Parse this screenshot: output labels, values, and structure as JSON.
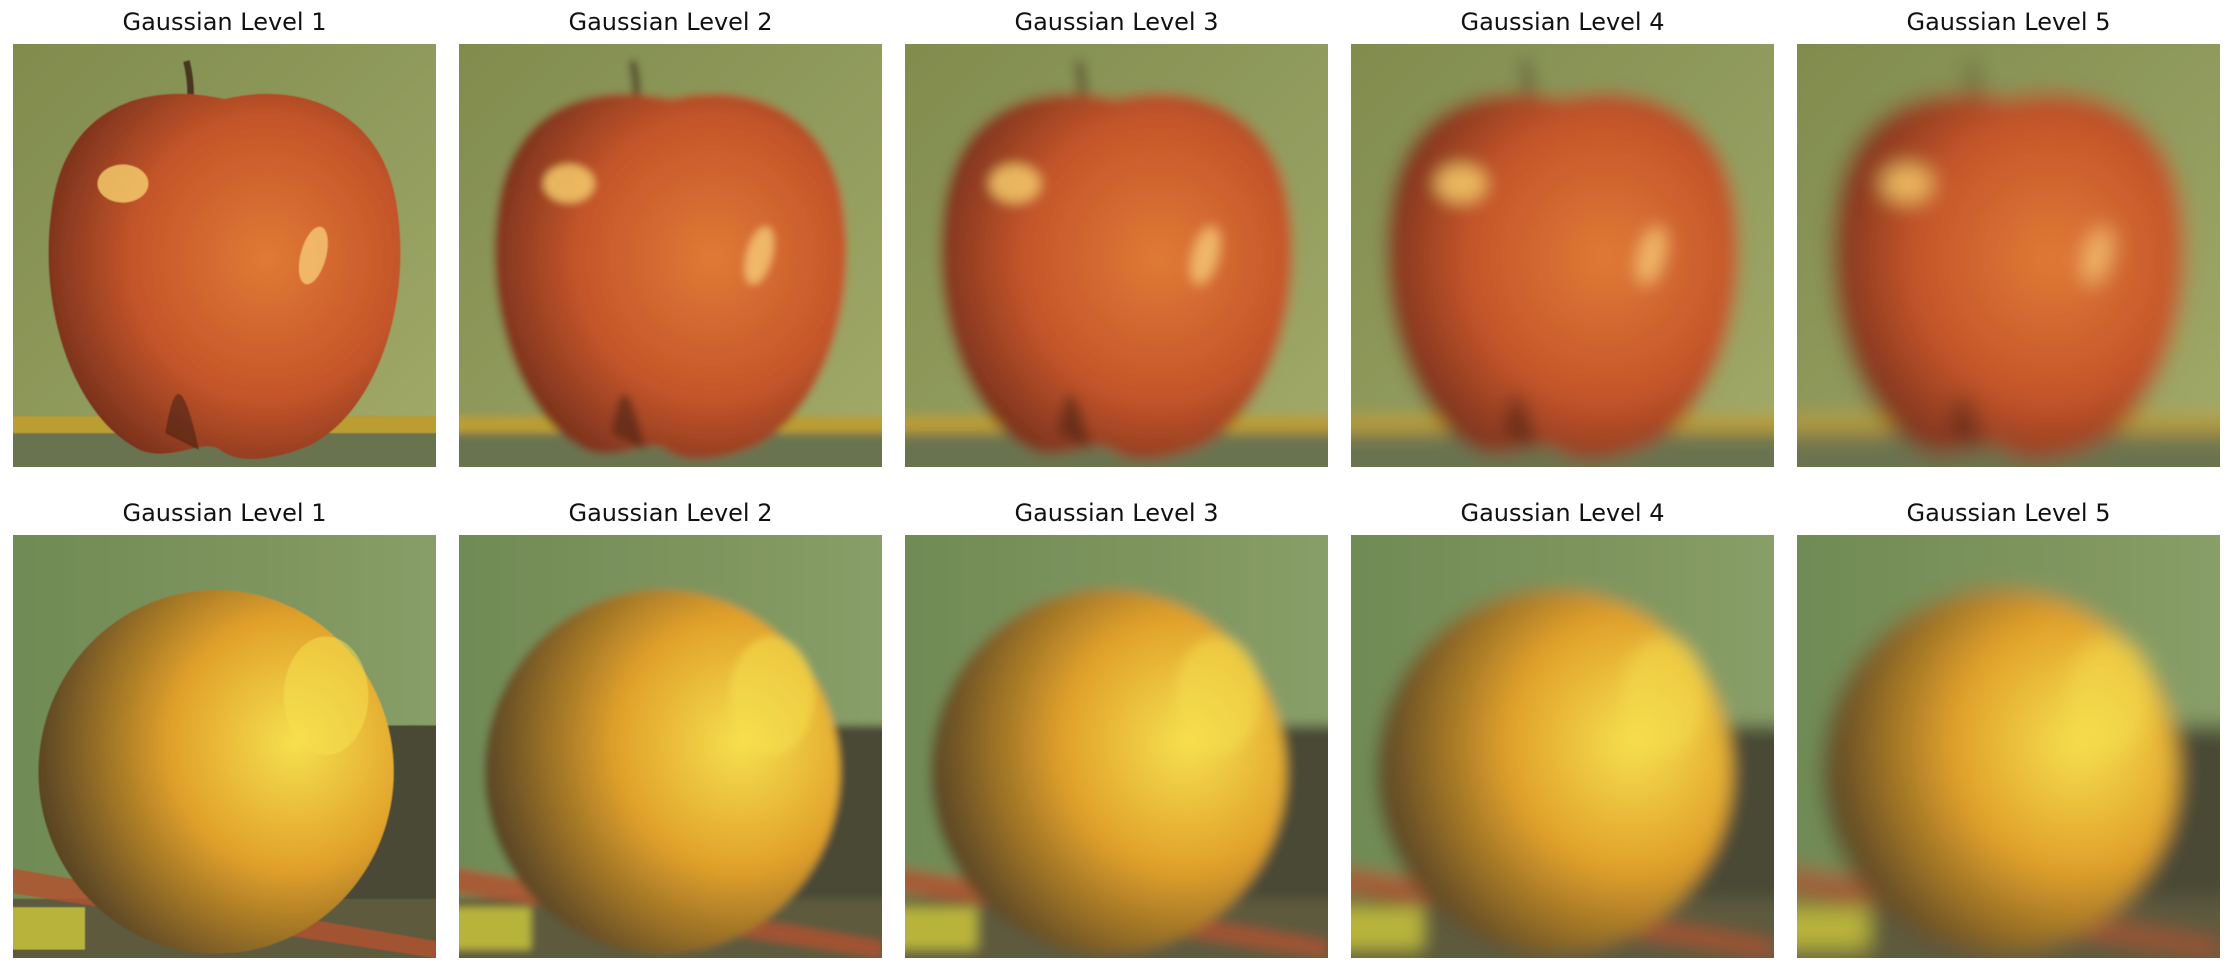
{
  "figure": {
    "rows": [
      {
        "subject": "apple",
        "panels": [
          {
            "title": "Gaussian Level 1",
            "level": 1
          },
          {
            "title": "Gaussian Level 2",
            "level": 2
          },
          {
            "title": "Gaussian Level 3",
            "level": 3
          },
          {
            "title": "Gaussian Level 4",
            "level": 4
          },
          {
            "title": "Gaussian Level 5",
            "level": 5
          }
        ]
      },
      {
        "subject": "orange",
        "panels": [
          {
            "title": "Gaussian Level 1",
            "level": 1
          },
          {
            "title": "Gaussian Level 2",
            "level": 2
          },
          {
            "title": "Gaussian Level 3",
            "level": 3
          },
          {
            "title": "Gaussian Level 4",
            "level": 4
          },
          {
            "title": "Gaussian Level 5",
            "level": 5
          }
        ]
      }
    ]
  },
  "colors": {
    "apple_background": "#8f9a5c",
    "apple_body": "#c4552a",
    "apple_highlight": "#f3c96a",
    "apple_shadow": "#6a2a1a",
    "orange_background": "#7f955e",
    "orange_body": "#e0a02a",
    "orange_highlight": "#f6e04e",
    "orange_shadow": "#4a3a22",
    "table_edge": "#6a7350",
    "pencil": "#c9a52a"
  }
}
